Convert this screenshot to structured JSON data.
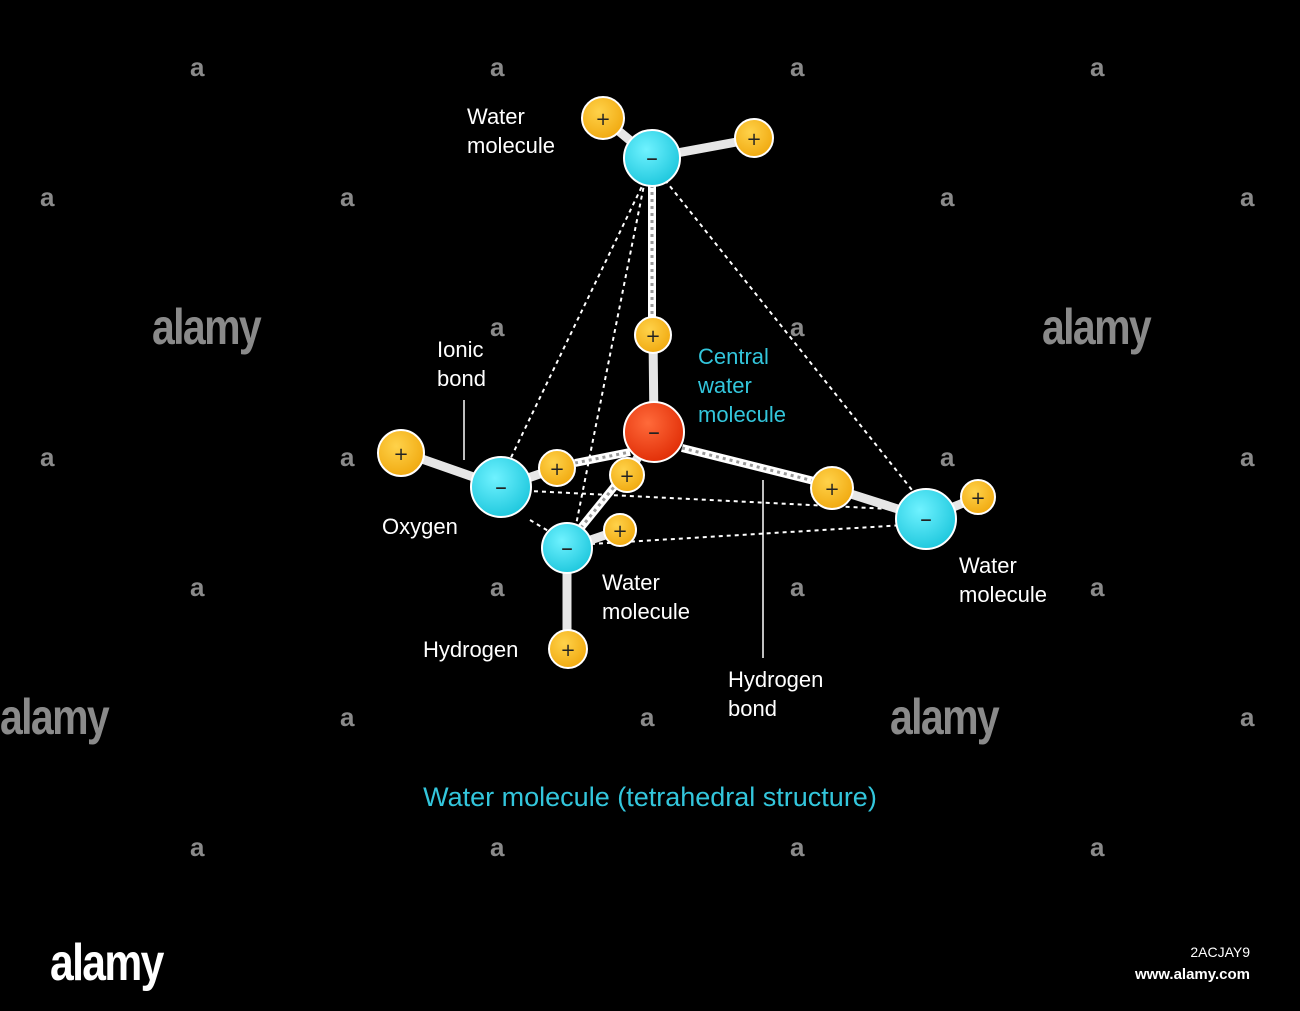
{
  "title": "Water molecule (tetrahedral structure)",
  "labels": {
    "top_water_l1": "Water",
    "top_water_l2": "molecule",
    "central_l1": "Central",
    "central_l2": "water",
    "central_l3": "molecule",
    "ionic_l1": "Ionic",
    "ionic_l2": "bond",
    "oxygen": "Oxygen",
    "front_water_l1": "Water",
    "front_water_l2": "molecule",
    "right_water_l1": "Water",
    "right_water_l2": "molecule",
    "hydrogen": "Hydrogen",
    "hbond_l1": "Hydrogen",
    "hbond_l2": "bond"
  },
  "symbols": {
    "plus": "+",
    "minus": "–"
  },
  "watermark": {
    "small": "a",
    "big": "alamy",
    "logo": "alamy",
    "stock_id": "2ACJAY9",
    "stock_url": "www.alamy.com"
  },
  "colors": {
    "background": "#000000",
    "oxygen": "#2fd3e6",
    "central_oxygen": "#f03a10",
    "hydrogen": "#f5b21a",
    "bond": "#e6e6e6",
    "accent_text": "#33c6dc",
    "watermark": "#8a8a8a"
  }
}
